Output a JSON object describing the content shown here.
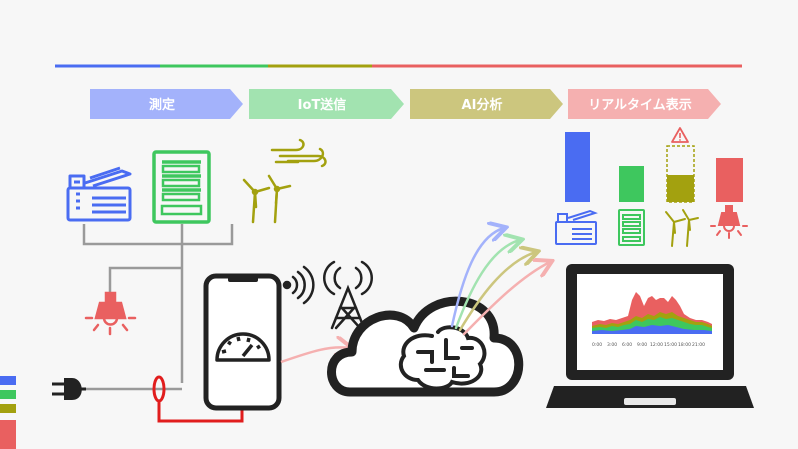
{
  "colors": {
    "blue": "#4a6cf2",
    "green": "#3ec75e",
    "olive": "#a3a10f",
    "red": "#e96060",
    "dark": "#222222",
    "gray": "#9a9a9a",
    "wire_red": "#e11d1d"
  },
  "steps": [
    {
      "label": "測定",
      "color": "#a3b2fb"
    },
    {
      "label": "IoT送信",
      "color": "#a2e3b0"
    },
    {
      "label": "AI分析",
      "color": "#ccc67e"
    },
    {
      "label": "リアルタイム表示",
      "color": "#f5b0b0"
    }
  ],
  "devices": [
    {
      "icon": "printer-icon",
      "color": "#4a6cf2"
    },
    {
      "icon": "vending-machine-icon",
      "color": "#3ec75e"
    },
    {
      "icon": "wind-turbine-icon",
      "color": "#a3a10f"
    },
    {
      "icon": "ceiling-lamp-icon",
      "color": "#e96060"
    }
  ],
  "usage_levels": [
    {
      "device": "printer",
      "level": 0.9,
      "color": "#4a6cf2"
    },
    {
      "device": "vending-machine",
      "level": 0.45,
      "color": "#3ec75e"
    },
    {
      "device": "wind-turbine",
      "level": 0.35,
      "color": "#a3a10f",
      "warning": true
    },
    {
      "device": "lamp",
      "level": 0.55,
      "color": "#e96060"
    }
  ],
  "laptop_chart": {
    "x_ticks": [
      "0:00",
      "3:00",
      "6:00",
      "9:00",
      "12:00",
      "15:00",
      "18:00",
      "21:00"
    ]
  }
}
